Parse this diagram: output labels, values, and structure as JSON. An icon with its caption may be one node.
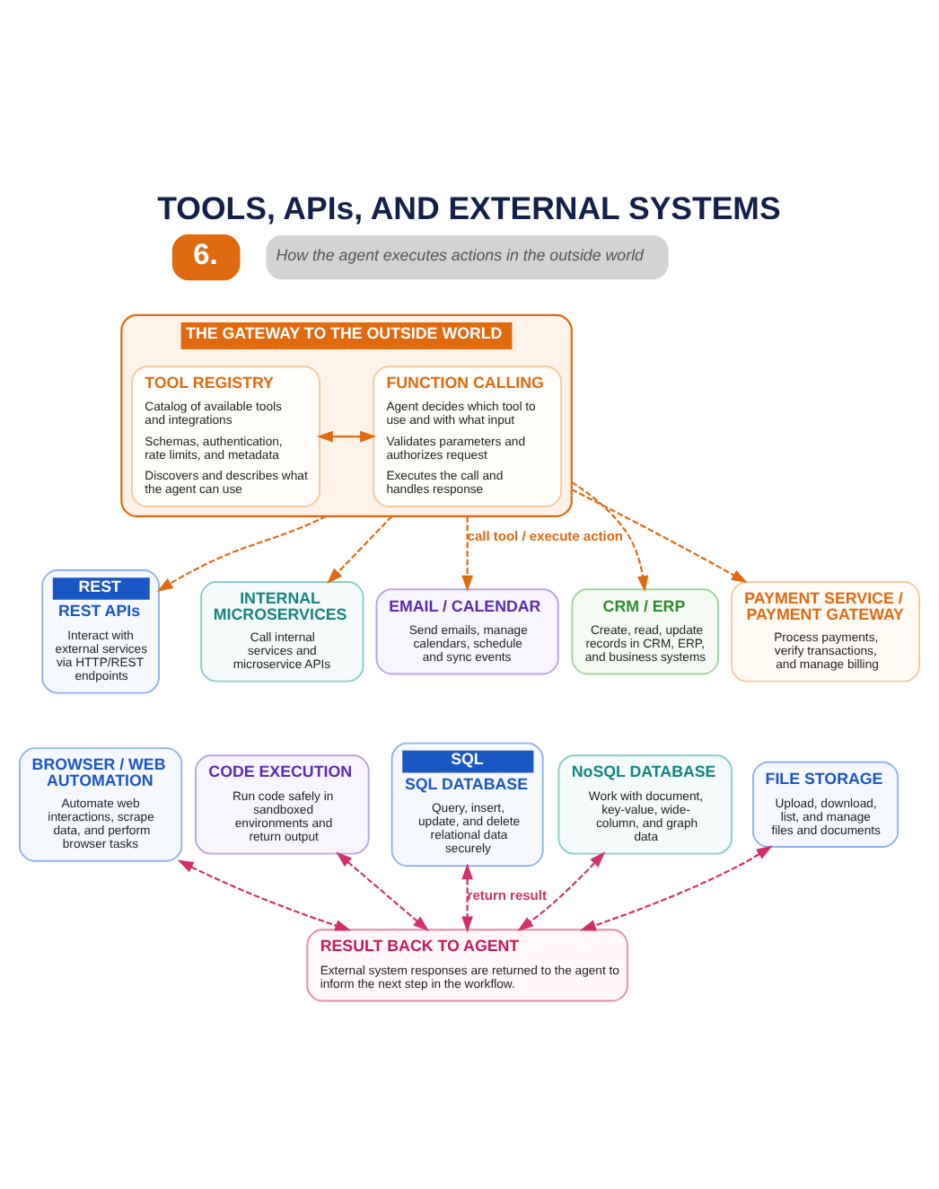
{
  "diagram": {
    "title": "TOOLS, APIs, AND EXTERNAL SYSTEMS",
    "nodes": [
      {
        "text": [
          "THE GATEWAY TO THE OUTSIDE WORLD"
        ]
      },
      {
        "text": [
          "TOOL REGISTRY",
          "Catalog of available tools and integrations",
          "Schemas, authentication, rate limits, and metadata",
          "Discovers and describes what the agent can use"
        ],
        "in": 0
      },
      {
        "text": [
          "FUNCTION CALLING",
          "Agent decides which tool to use and with what input",
          "Validates parameters and authorizes request",
          "Executes the call and handles response"
        ],
        "in": 0
      },
      {
        "text": [
          "REST",
          "REST APIs",
          "Interact with external services via HTTP/REST endpoints"
        ]
      },
      {
        "text": [
          "INTERNAL MICROSERVICES",
          "Call internal services and microservice APIs"
        ]
      },
      {
        "text": [
          "EMAIL / CALENDAR",
          "Send emails, manage calendars, schedule and sync events"
        ]
      },
      {
        "text": [
          "CRM / ERP",
          "Create, read, update records in CRM, ERP, and business systems"
        ]
      },
      {
        "text": [
          "PAYMENT SERVICE / PAYMENT GATEWAY",
          "Process payments, verify transactions, and manage billing"
        ]
      },
      {
        "text": [
          "BROWSER / WEB AUTOMATION",
          "Automate web interactions, scrape data, and perform browser tasks"
        ]
      },
      {
        "text": [
          "CODE EXECUTION",
          "Run code safely in sandboxed environments and return output"
        ]
      },
      {
        "text": [
          "SQL",
          "SQL DATABASE",
          "Query, insert, update, and delete relational data securely"
        ]
      },
      {
        "text": [
          "NoSQL DATABASE",
          "Work with document, key-value, wide-column, and graph data"
        ]
      },
      {
        "text": [
          "FILE STORAGE",
          "Upload, download, list, and manage files and documents"
        ]
      },
      {
        "text": [
          "RESULT BACK TO AGENT",
          "External system responses are returned to the agent to inform the next step in the workflow."
        ]
      }
    ],
    "edges": [
      {
        "from": 1,
        "to": 2,
        "arrow": "both"
      },
      {
        "from": 0,
        "to": 3,
        "arrow": "to",
        "style": "dashed"
      },
      {
        "from": 0,
        "to": 4,
        "arrow": "to",
        "style": "dashed"
      },
      {
        "from": 0,
        "to": 5,
        "arrow": "to",
        "style": "dashed",
        "label": "call tool / execute action"
      },
      {
        "from": 0,
        "to": 6,
        "arrow": "to",
        "style": "dashed"
      },
      {
        "from": 0,
        "to": 7,
        "arrow": "to",
        "style": "dashed"
      },
      {
        "from": 8,
        "to": 13,
        "arrow": "both",
        "style": "dashed",
        "color": "#d0306a"
      },
      {
        "from": 9,
        "to": 13,
        "arrow": "both",
        "style": "dashed",
        "color": "#d0306a"
      },
      {
        "from": 10,
        "to": 13,
        "arrow": "both",
        "style": "dashed",
        "color": "#d0306a",
        "label": "return result"
      },
      {
        "from": 11,
        "to": 13,
        "arrow": "both",
        "style": "dashed",
        "color": "#d0306a"
      },
      {
        "from": 12,
        "to": 13,
        "arrow": "both",
        "style": "dashed",
        "color": "#d0306a"
      }
    ],
    "labels": [
      "6.",
      "How the agent executes actions in the outside world"
    ]
  }
}
